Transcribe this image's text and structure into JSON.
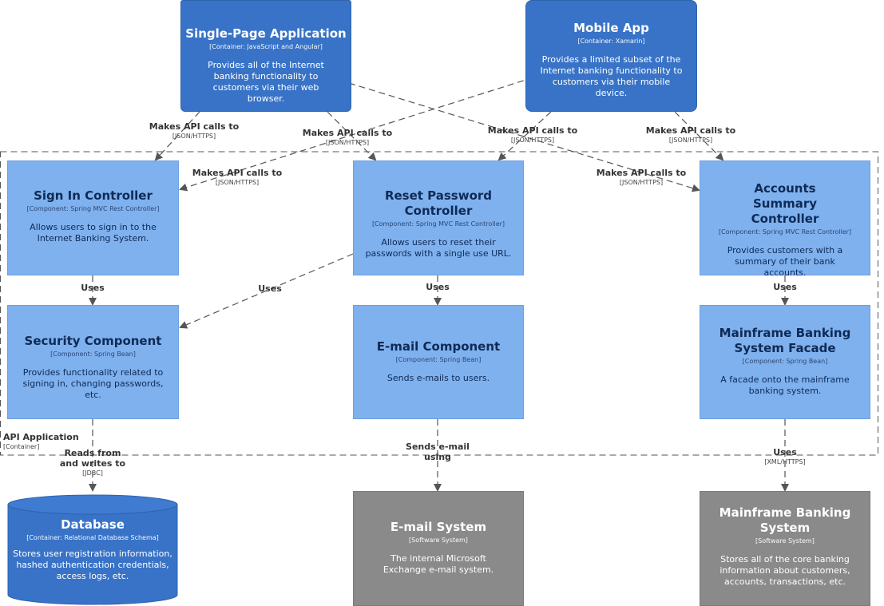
{
  "nodes": {
    "spa": {
      "title": "Single-Page Application",
      "sub": "[Container: JavaScript and Angular]",
      "desc": "Provides all of the Internet banking functionality to customers via their web browser."
    },
    "mobile": {
      "title": "Mobile App",
      "sub": "[Container: Xamarin]",
      "desc": "Provides a limited subset of the Internet banking functionality to customers via their mobile device."
    },
    "signin": {
      "title": "Sign In Controller",
      "sub": "[Component: Spring MVC Rest Controller]",
      "desc": "Allows users to sign in to the Internet Banking System."
    },
    "reset": {
      "title": "Reset Password Controller",
      "sub": "[Component: Spring MVC Rest Controller]",
      "desc": "Allows users to reset their passwords with a single use URL."
    },
    "accounts": {
      "title": "Accounts Summary Controller",
      "sub": "[Component: Spring MVC Rest Controller]",
      "desc": "Provides customers with a summary of their bank accounts."
    },
    "security": {
      "title": "Security Component",
      "sub": "[Component: Spring Bean]",
      "desc": "Provides functionality related to signing in, changing passwords, etc."
    },
    "email": {
      "title": "E-mail Component",
      "sub": "[Component: Spring Bean]",
      "desc": "Sends e-mails to users."
    },
    "facade": {
      "title": "Mainframe Banking System Facade",
      "sub": "[Component: Spring Bean]",
      "desc": "A facade onto the mainframe banking system."
    },
    "database": {
      "title": "Database",
      "sub": "[Container: Relational Database Schema]",
      "desc": "Stores user registration information, hashed authentication credentials, access logs, etc."
    },
    "emailsys": {
      "title": "E-mail System",
      "sub": "[Software System]",
      "desc": "The internal Microsoft Exchange e-mail system."
    },
    "mainframe": {
      "title": "Mainframe Banking System",
      "sub": "[Software System]",
      "desc": "Stores all of the core banking information about customers, accounts, transactions, etc."
    }
  },
  "boundary": {
    "title": "API Application",
    "sub": "[Container]"
  },
  "edges": {
    "spa_signin": {
      "label": "Makes API calls to",
      "tech": "[JSON/HTTPS]"
    },
    "mobile_signin": {
      "label": "Makes API calls to",
      "tech": "[JSON/HTTPS]"
    },
    "spa_reset": {
      "label": "Makes API calls to",
      "tech": "[JSON/HTTPS]"
    },
    "mobile_reset": {
      "label": "Makes API calls to",
      "tech": "[JSON/HTTPS]"
    },
    "spa_accounts": {
      "label": "Makes API calls to",
      "tech": "[JSON/HTTPS]"
    },
    "mobile_accounts": {
      "label": "Makes API calls to",
      "tech": "[JSON/HTTPS]"
    },
    "signin_security": {
      "label": "Uses"
    },
    "reset_security": {
      "label": "Uses"
    },
    "reset_email": {
      "label": "Uses"
    },
    "accounts_facade": {
      "label": "Uses"
    },
    "security_db": {
      "label": "Reads from and writes to",
      "tech": "[JDBC]"
    },
    "email_emailsys": {
      "label": "Sends e-mail using"
    },
    "facade_mainframe": {
      "label": "Uses",
      "tech": "[XML/HTTPS]"
    }
  }
}
